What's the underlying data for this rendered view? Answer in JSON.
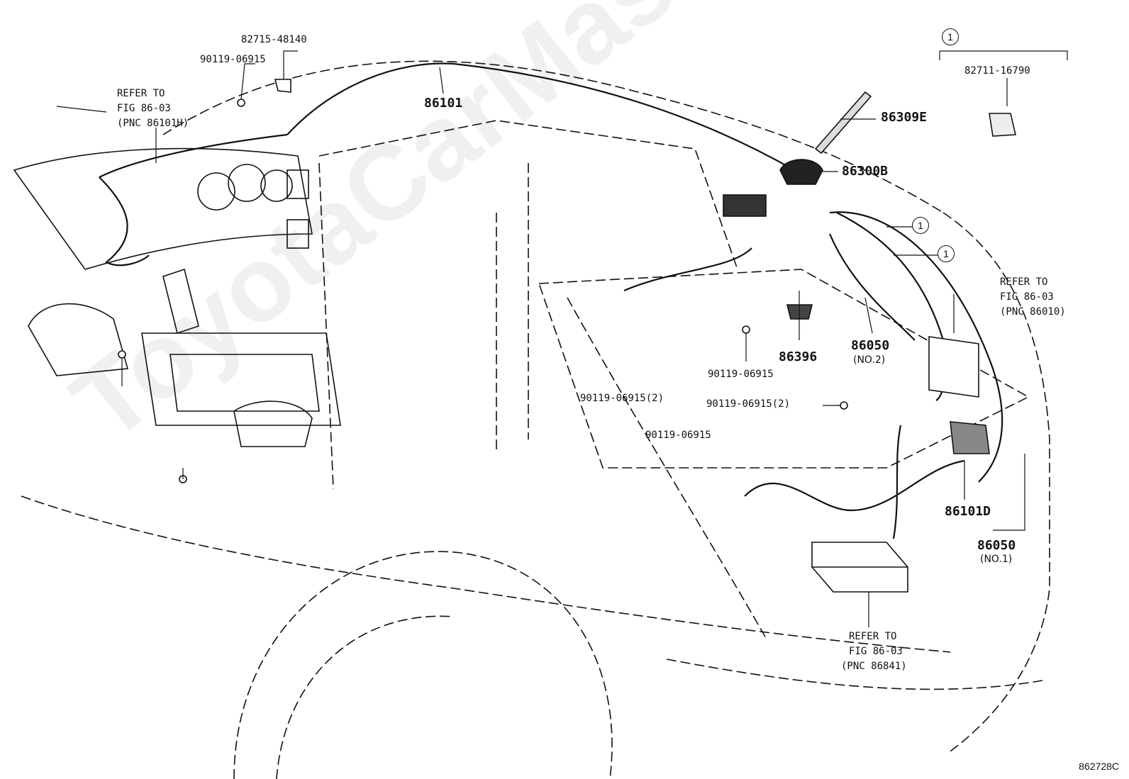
{
  "diagram": {
    "figure_id": "862728C",
    "watermark": "ToyotaCarMaster.ru",
    "callout_marker": "1",
    "parts": {
      "p82715": "82715-48140",
      "p90119_top": "90119-06915",
      "p86101": "86101",
      "p82711": "82711-16790",
      "p86309e": "86309E",
      "p86300b": "86300B",
      "p86396": "86396",
      "p86050_no2": "86050",
      "p86050_no2_sub": "(NO.2)",
      "p90119_mid": "90119-06915",
      "p90119_2a": "90119-06915(2)",
      "p90119_2b": "90119-06915(2)",
      "p90119_low": "90119-06915",
      "p86101d": "86101D",
      "p86050_no1": "86050",
      "p86050_no1_sub": "(NO.1)"
    },
    "refs": {
      "left": [
        "REFER TO",
        "FIG 86-03",
        "(PNC 86101H)"
      ],
      "right": [
        "REFER TO",
        "FIG 86-03",
        "(PNC 86010)"
      ],
      "bottom": [
        "REFER TO",
        "FIG 86-03",
        "(PNC 86841)"
      ]
    }
  }
}
